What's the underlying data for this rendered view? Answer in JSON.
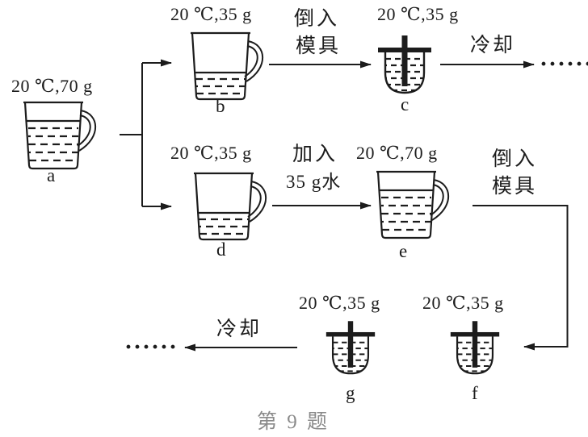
{
  "caption": {
    "text": "第 9 题"
  },
  "colors": {
    "ink": "#1c1c1c",
    "caption": "#8a8a8a",
    "background": "#ffffff"
  },
  "vessels": {
    "a": {
      "letter": "a",
      "label": "20 ℃,70 g",
      "type": "cup-full"
    },
    "b": {
      "letter": "b",
      "label": "20 ℃,35 g",
      "type": "cup-low"
    },
    "c": {
      "letter": "c",
      "label": "20 ℃,35 g",
      "type": "mold"
    },
    "d": {
      "letter": "d",
      "label": "20 ℃,35 g",
      "type": "cup-low"
    },
    "e": {
      "letter": "e",
      "label": "20 ℃,70 g",
      "type": "cup-full"
    },
    "f": {
      "letter": "f",
      "label": "20 ℃,35 g",
      "type": "mold"
    },
    "g": {
      "letter": "g",
      "label": "20 ℃,35 g",
      "type": "mold"
    }
  },
  "process": {
    "pour_mold_top": {
      "line1": "倒入",
      "line2": "模具"
    },
    "cool_top": {
      "text": "冷却"
    },
    "add_water": {
      "line1": "加入",
      "line2": "35 g水"
    },
    "pour_mold_right": {
      "line1": "倒入",
      "line2": "模具"
    },
    "cool_bottom": {
      "text": "冷却"
    },
    "ellipsis_top": {
      "text": "······"
    },
    "ellipsis_bottom": {
      "text": "······"
    }
  }
}
